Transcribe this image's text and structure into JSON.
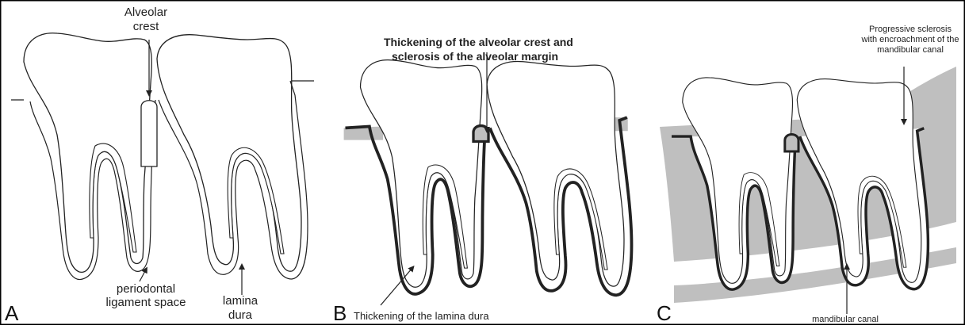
{
  "panels": {
    "a": {
      "letter": "A",
      "label_crest_1": "Alveolar",
      "label_crest_2": "crest",
      "label_pdl_1": "periodontal",
      "label_pdl_2": "ligament space",
      "label_lamina_1": "lamina",
      "label_lamina_2": "dura"
    },
    "b": {
      "letter": "B",
      "label_top_1": "Thickening of the alveolar crest and",
      "label_top_2": "sclerosis of the alveolar margin",
      "label_bottom": "Thickening of the lamina dura"
    },
    "c": {
      "letter": "C",
      "label_top_1": "Progressive sclerosis",
      "label_top_2": "with encroachment of the",
      "label_top_3": "mandibular canal",
      "label_bottom": "mandibular canal"
    }
  },
  "colors": {
    "border": "#000000",
    "bone_fill": "#bfbfbf",
    "outline": "#222222",
    "background": "#ffffff"
  }
}
